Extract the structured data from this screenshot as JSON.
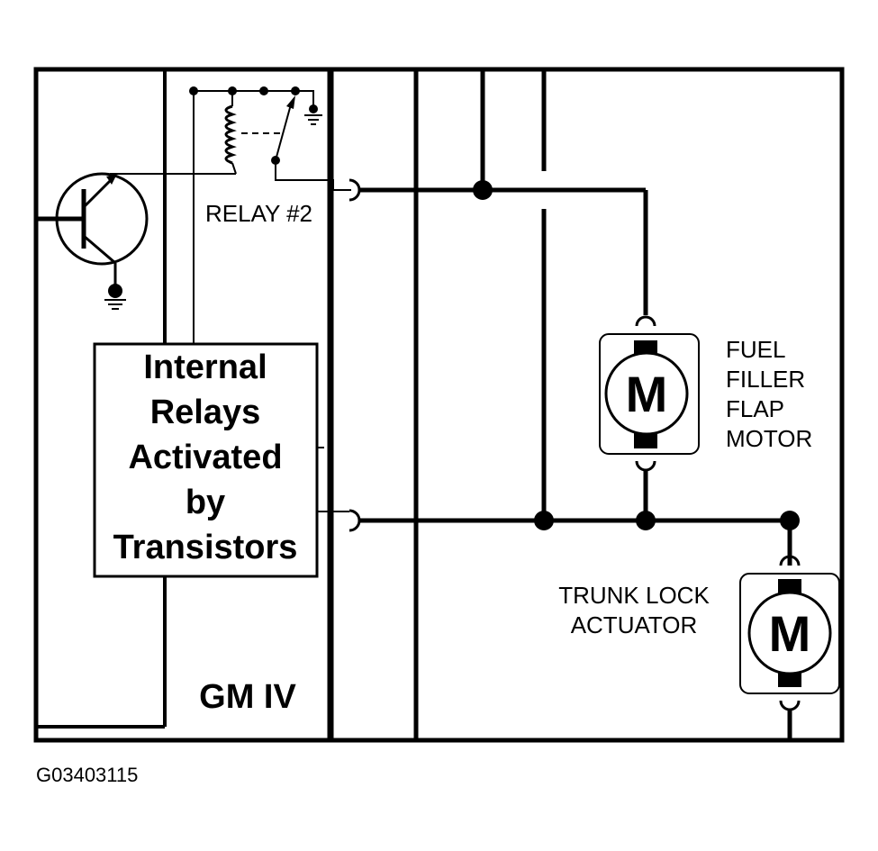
{
  "diagram": {
    "relay_label": "RELAY #2",
    "internal_box": {
      "lines": [
        "Internal",
        "Relays",
        "Activated",
        "by",
        "Transistors"
      ]
    },
    "module_label": "GM IV",
    "fuel_motor": {
      "symbol": "M",
      "label_lines": [
        "FUEL",
        "FILLER",
        "FLAP",
        "MOTOR"
      ]
    },
    "trunk_actuator": {
      "symbol": "M",
      "label_lines": [
        "TRUNK LOCK",
        "ACTUATOR"
      ]
    },
    "figure_code": "G03403115",
    "colors": {
      "ink": "#000000",
      "background": "#ffffff"
    }
  }
}
